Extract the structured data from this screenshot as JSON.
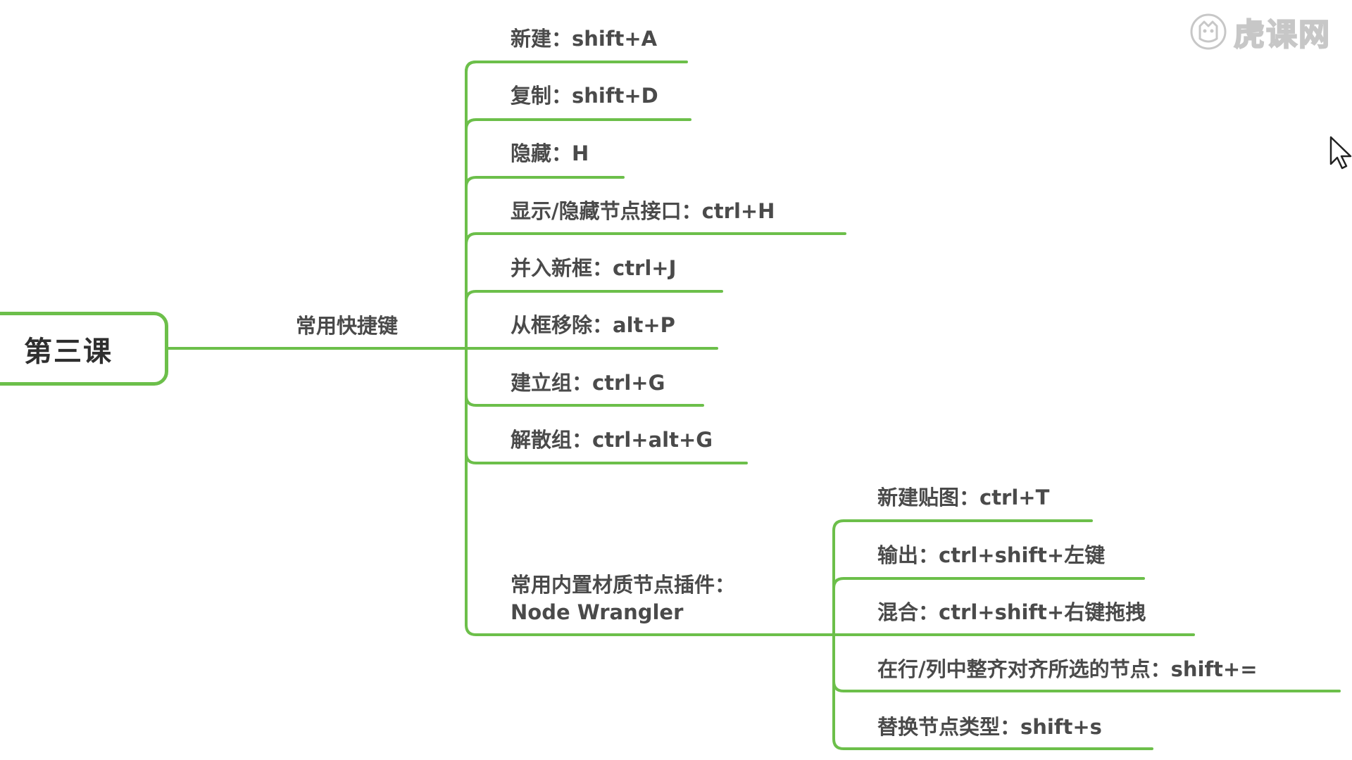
{
  "root": {
    "label": "第三课"
  },
  "branches": [
    {
      "label": "常用快捷键",
      "items": [
        {
          "label": "新建：shift+A"
        },
        {
          "label": "复制：shift+D"
        },
        {
          "label": "隐藏：H"
        },
        {
          "label": "显示/隐藏节点接口：ctrl+H"
        },
        {
          "label": "并入新框：ctrl+J"
        },
        {
          "label": "从框移除：alt+P"
        },
        {
          "label": "建立组：ctrl+G"
        },
        {
          "label": "解散组：ctrl+alt+G"
        },
        {
          "label_line1": "常用内置材质节点插件：",
          "label_line2": "Node Wrangler",
          "items": [
            {
              "label": "新建贴图：ctrl+T"
            },
            {
              "label": "输出：ctrl+shift+左键"
            },
            {
              "label": "混合：ctrl+shift+右键拖拽"
            },
            {
              "label": "在行/列中整齐对齐所选的节点：shift+="
            },
            {
              "label": "替换节点类型：shift+s"
            }
          ]
        }
      ]
    }
  ],
  "watermark": {
    "text": "虎课网",
    "icon": "tiger-logo-icon"
  },
  "cursor": {
    "icon": "mouse-pointer-icon"
  },
  "colors": {
    "line": "#6cbf4a",
    "text": "#4a4a4a",
    "background": "#ffffff"
  }
}
